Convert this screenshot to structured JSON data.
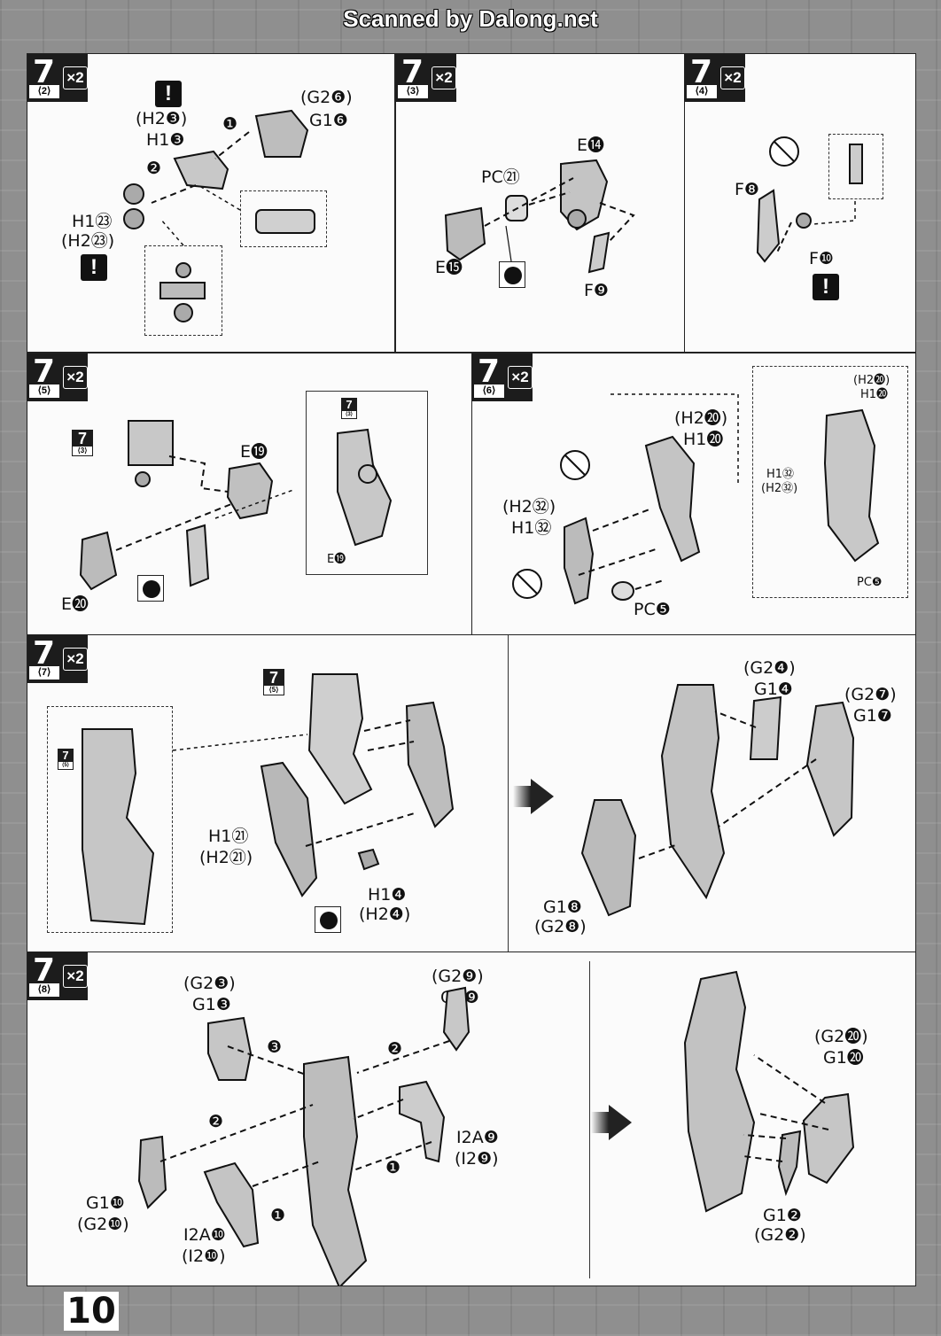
{
  "watermark": "Scanned by Dalong.net",
  "page_number": "10",
  "steps": {
    "s2": {
      "num": "7",
      "sub": "⟨2⟩",
      "mult": "×2",
      "labels": {
        "h2_3": "(H2❸)",
        "h1_3": "H1❸",
        "g2_6": "(G2❻)",
        "g1_6": "G1❻",
        "h1_23": "H1㉓",
        "h2_23": "(H2㉓)"
      },
      "warning": "!",
      "order": [
        "❶",
        "❷"
      ]
    },
    "s3": {
      "num": "7",
      "sub": "⟨3⟩",
      "mult": "×2",
      "labels": {
        "e14": "E⓮",
        "pc21": "PC㉑",
        "e15": "E⓯",
        "f9": "F❾"
      }
    },
    "s4": {
      "num": "7",
      "sub": "⟨4⟩",
      "mult": "×2",
      "labels": {
        "f8": "F❽",
        "f10": "F❿"
      },
      "warning": "!"
    },
    "s5": {
      "num": "7",
      "sub": "⟨5⟩",
      "mult": "×2",
      "labels": {
        "e19": "E⓳",
        "e20": "E⓴",
        "e19_small": "E⓳"
      },
      "ref": "7",
      "ref_sub": "⟨3⟩"
    },
    "s6": {
      "num": "7",
      "sub": "⟨6⟩",
      "mult": "×2",
      "labels": {
        "h2_20": "(H2⓴)",
        "h1_20": "H1⓴",
        "h2_32": "(H2㉜)",
        "h1_32": "H1㉜",
        "pc5": "PC❺",
        "ins_h2_20": "(H2⓴)",
        "ins_h1_20": "H1⓴",
        "ins_h1_32": "H1㉜",
        "ins_h2_32": "(H2㉜)",
        "ins_pc5": "PC❺"
      }
    },
    "s7": {
      "num": "7",
      "sub": "⟨7⟩",
      "mult": "×2",
      "labels": {
        "h1_21": "H1㉑",
        "h2_21": "(H2㉑)",
        "h1_4": "H1❹",
        "h2_4": "(H2❹)",
        "g2_4": "(G2❹)",
        "g1_4": "G1❹",
        "g2_7": "(G2❼)",
        "g1_7": "G1❼",
        "g1_8": "G1❽",
        "g2_8": "(G2❽)"
      },
      "ref": "7",
      "ref_sub": "⟨5⟩"
    },
    "s8": {
      "num": "7",
      "sub": "⟨8⟩",
      "mult": "×2",
      "labels": {
        "g2_3": "(G2❸)",
        "g1_3": "G1❸",
        "g2_9": "(G2❾)",
        "g1_9": "G1❾",
        "i2a_9": "I2A❾",
        "i2_9": "(I2❾)",
        "g1_10": "G1❿",
        "g2_10": "(G2❿)",
        "i2a_10": "I2A❿",
        "i2_10": "(I2❿)",
        "g2_20": "(G2⓴)",
        "g1_20": "G1⓴",
        "g1_2": "G1❷",
        "g2_2": "(G2❷)"
      },
      "order": [
        "❸",
        "❷",
        "❷",
        "❶",
        "❶"
      ]
    }
  }
}
